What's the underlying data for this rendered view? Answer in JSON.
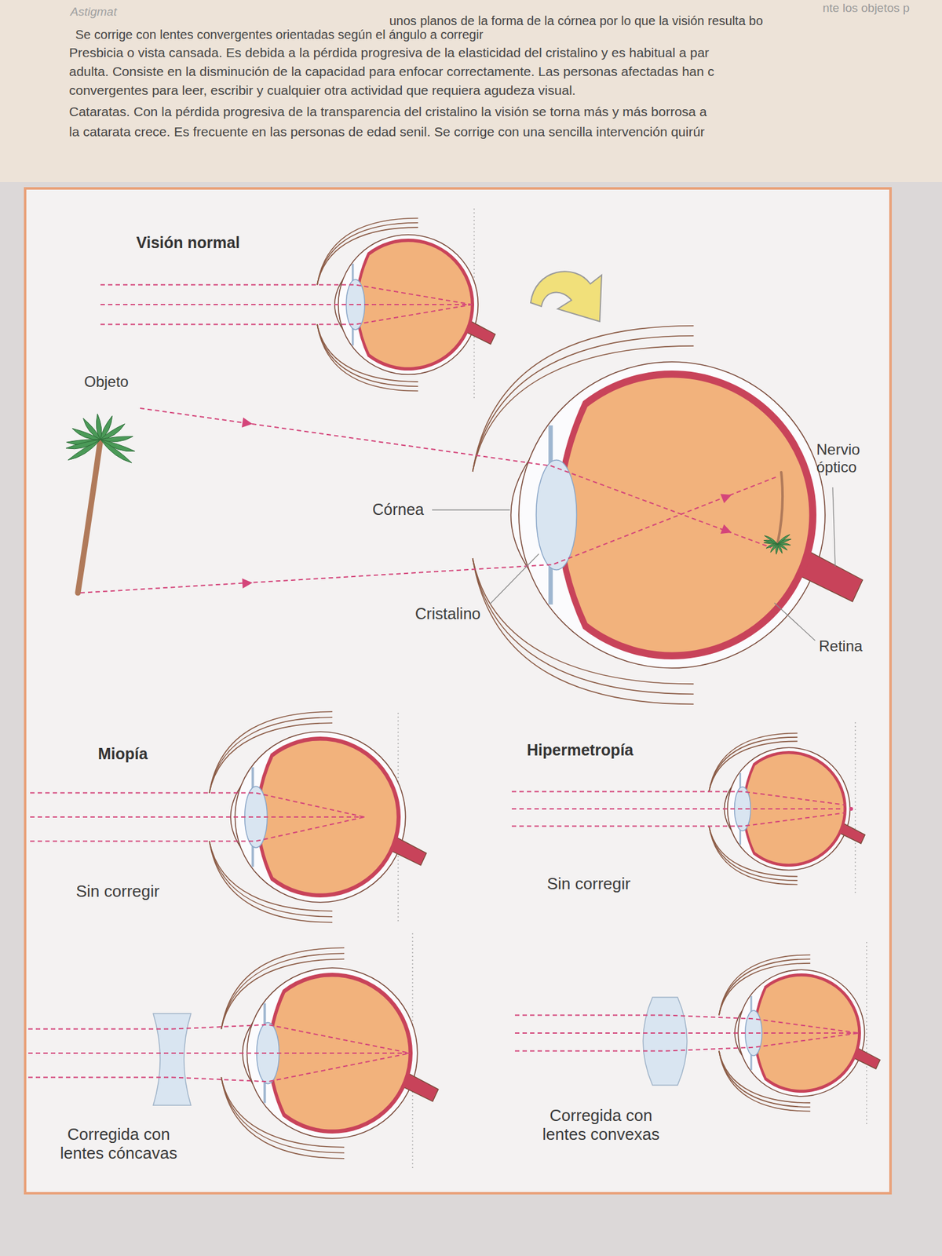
{
  "diagram": {
    "labels": [
      "nte los objetos p",
      "Astigmat",
      "unos planos de la forma de la córnea por lo que la visión resulta bo",
      "Se corrige con lentes convergentes orientadas según el ángulo a corregir",
      "Presbicia o vista cansada. Es debida a la pérdida progresiva de la elasticidad del cristalino y es habitual a par",
      "adulta. Consiste en la disminución de la capacidad para enfocar correctamente. Las personas afectadas han c",
      "convergentes para leer, escribir y cualquier otra actividad que requiera agudeza visual.",
      "Cataratas. Con la pérdida progresiva de la transparencia del cristalino la visión se torna más y más borrosa a",
      "la catarata crece. Es frecuente en las personas de edad senil. Se corrige con una sencilla intervención quirúr",
      "Visión normal",
      "Objeto",
      "Córnea",
      "Cristalino",
      "Nervio óptico",
      "Retina",
      "Miopía",
      "Sin corregir",
      "Hipermetropía",
      "Sin corregir",
      "Corregida con lentes cóncavas",
      "Corregida con lentes convexas"
    ]
  }
}
